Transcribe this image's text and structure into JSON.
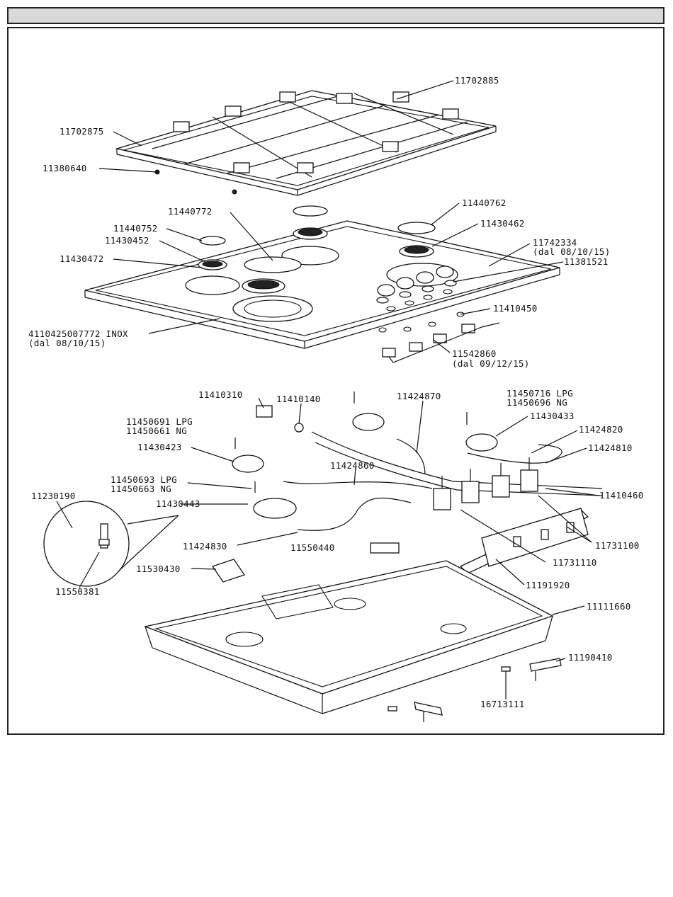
{
  "header": {
    "title": ""
  },
  "labels": [
    {
      "id": "l1",
      "text": "11702885"
    },
    {
      "id": "l2",
      "text": "11702875"
    },
    {
      "id": "l3",
      "text": "11380640"
    },
    {
      "id": "l4",
      "text": "11440772"
    },
    {
      "id": "l5",
      "text": "11440762"
    },
    {
      "id": "l6",
      "text": "11440752"
    },
    {
      "id": "l7",
      "text": "11430462"
    },
    {
      "id": "l8",
      "text": "11430452"
    },
    {
      "id": "l9",
      "text": "11742334"
    },
    {
      "id": "l10",
      "text": "(dal 08/10/15)"
    },
    {
      "id": "l11",
      "text": "11430472"
    },
    {
      "id": "l12",
      "text": "11381521"
    },
    {
      "id": "l13",
      "text": "11410450"
    },
    {
      "id": "l14",
      "text": "4110425007772 INOX"
    },
    {
      "id": "l15",
      "text": "(dal 08/10/15)"
    },
    {
      "id": "l16",
      "text": "11542860"
    },
    {
      "id": "l17",
      "text": "(dal 09/12/15)"
    },
    {
      "id": "l18",
      "text": "11410310"
    },
    {
      "id": "l19",
      "text": "11410140"
    },
    {
      "id": "l20",
      "text": "11424870"
    },
    {
      "id": "l21",
      "text": "11450716 LPG"
    },
    {
      "id": "l22",
      "text": "11450696 NG"
    },
    {
      "id": "l23",
      "text": "11450691 LPG"
    },
    {
      "id": "l24",
      "text": "11450661 NG"
    },
    {
      "id": "l25",
      "text": "11430433"
    },
    {
      "id": "l26",
      "text": "11424820"
    },
    {
      "id": "l27",
      "text": "11430423"
    },
    {
      "id": "l28",
      "text": "11424810"
    },
    {
      "id": "l29",
      "text": "11424860"
    },
    {
      "id": "l30",
      "text": "11450693 LPG"
    },
    {
      "id": "l31",
      "text": "11450663 NG"
    },
    {
      "id": "l32",
      "text": "11410460"
    },
    {
      "id": "l33",
      "text": "11230190"
    },
    {
      "id": "l34",
      "text": "11430443"
    },
    {
      "id": "l35",
      "text": "11424830"
    },
    {
      "id": "l36",
      "text": "11550440"
    },
    {
      "id": "l37",
      "text": "11731100"
    },
    {
      "id": "l38",
      "text": "11731110"
    },
    {
      "id": "l39",
      "text": "11530430"
    },
    {
      "id": "l40",
      "text": "11550381"
    },
    {
      "id": "l41",
      "text": "11191920"
    },
    {
      "id": "l42",
      "text": "11111660"
    },
    {
      "id": "l43",
      "text": "11190410"
    },
    {
      "id": "l44",
      "text": "16713111"
    }
  ]
}
